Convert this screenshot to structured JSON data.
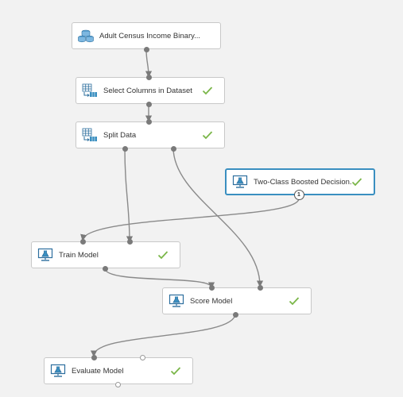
{
  "canvas": {
    "nodes": [
      {
        "id": "adult-census",
        "label": "Adult Census Income Binary...",
        "icon": "dataset-icon",
        "status": ""
      },
      {
        "id": "select-columns",
        "label": "Select Columns in Dataset",
        "icon": "table-transform-icon",
        "status": "completed"
      },
      {
        "id": "split-data",
        "label": "Split Data",
        "icon": "table-transform-icon",
        "status": "completed"
      },
      {
        "id": "two-class",
        "label": "Two-Class Boosted Decision...",
        "icon": "model-flask-icon",
        "status": "completed",
        "selected": true
      },
      {
        "id": "train-model",
        "label": "Train Model",
        "icon": "model-flask-icon",
        "status": "completed"
      },
      {
        "id": "score-model",
        "label": "Score Model",
        "icon": "model-flask-icon",
        "status": "completed"
      },
      {
        "id": "evaluate-model",
        "label": "Evaluate Model",
        "icon": "model-flask-icon",
        "status": "completed"
      }
    ],
    "port_badge": "1"
  },
  "colors": {
    "canvas_bg": "#f2f2f2",
    "wire": "#808080",
    "check": "#7ab648",
    "selected_border": "#3a8fc0",
    "icon_blue": "#3a8fc0"
  }
}
